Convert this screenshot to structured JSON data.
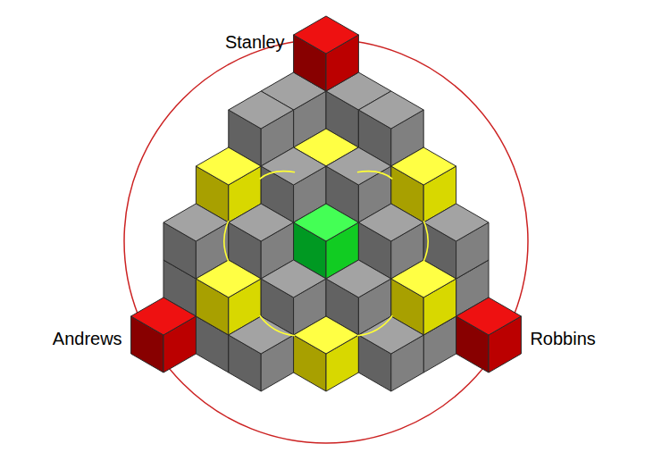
{
  "diagram": {
    "labels": [
      "Stanley",
      "Andrews",
      "Robbins"
    ]
  }
}
